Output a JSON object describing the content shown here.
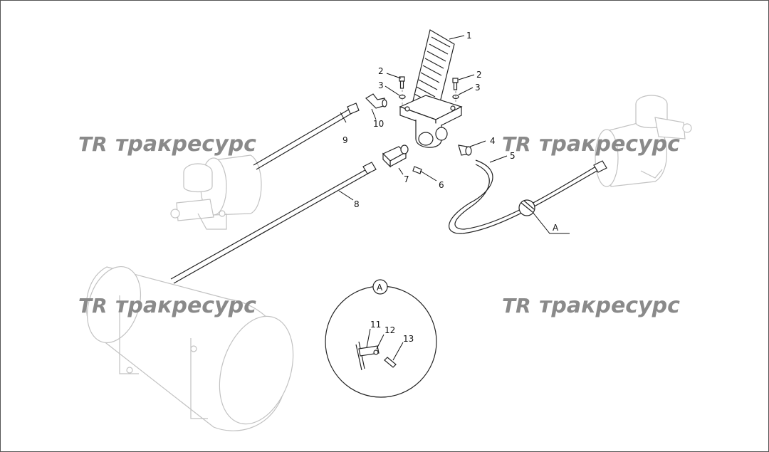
{
  "callouts": {
    "c1": "1",
    "c2a": "2",
    "c2b": "2",
    "c3a": "3",
    "c3b": "3",
    "c4": "4",
    "c5": "5",
    "c6": "6",
    "c7": "7",
    "c8": "8",
    "c9": "9",
    "c10": "10",
    "c11": "11",
    "c12": "12",
    "c13": "13"
  },
  "detail": {
    "view_label": "A",
    "circle_label": "A"
  },
  "watermark": {
    "logo": "TR",
    "text": "тракресурс"
  }
}
